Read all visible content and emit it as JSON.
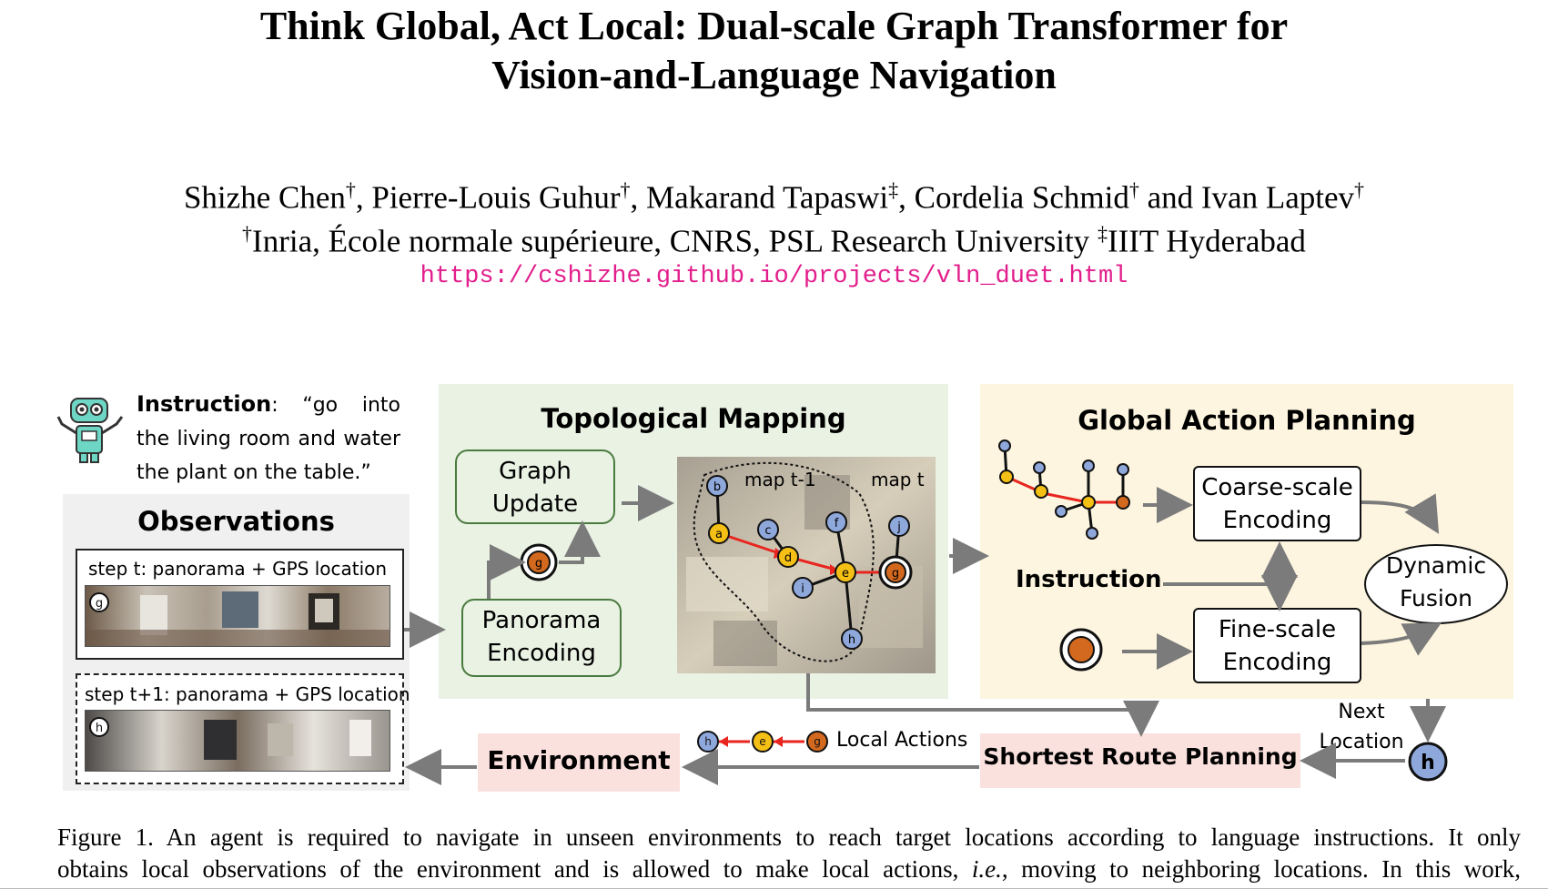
{
  "paper": {
    "title_line1": "Think Global, Act Local: Dual-scale Graph Transformer for",
    "title_line2": "Vision-and-Language Navigation",
    "authors": [
      {
        "name": "Shizhe Chen",
        "mark": "†"
      },
      {
        "name": "Pierre-Louis Guhur",
        "mark": "†"
      },
      {
        "name": "Makarand Tapaswi",
        "mark": "‡"
      },
      {
        "name": "Cordelia Schmid",
        "mark": "†"
      },
      {
        "name": "Ivan Laptev",
        "mark": "†"
      }
    ],
    "and_word": "and",
    "affil1_mark": "†",
    "affil1": "Inria, École normale supérieure, CNRS, PSL Research University",
    "affil2_mark": "‡",
    "affil2": "IIIT Hyderabad",
    "url": "https://cshizhe.github.io/projects/vln_duet.html"
  },
  "figure": {
    "instruction_label": "Instruction",
    "instruction_text": ": “go into the living room and water the plant on the table.”",
    "observations_title": "Observations",
    "step_t_label": "step t: panorama + GPS location",
    "step_t1_label": "step t+1: panorama + GPS location",
    "topo_title": "Topological Mapping",
    "graph_update": "Graph Update",
    "panorama_encoding": "Panorama Encoding",
    "map_prev": "map t-1",
    "map_cur": "map t",
    "global_title": "Global Action Planning",
    "coarse": "Coarse-scale Encoding",
    "fine": "Fine-scale Encoding",
    "instruction_word": "Instruction",
    "dynamic_fusion": "Dynamic Fusion",
    "next_location": "Next Location",
    "shortest_route": "Shortest Route Planning",
    "local_actions": "Local Actions",
    "environment": "Environment",
    "node_letters": [
      "a",
      "b",
      "c",
      "d",
      "e",
      "f",
      "g",
      "h",
      "i",
      "j"
    ],
    "colors": {
      "green_panel": "#e9f2e3",
      "yellow_panel": "#fdf5df",
      "pink_panel": "#fae1de",
      "node_blue": "#8fa8dc",
      "node_yellow": "#f5c016",
      "node_orange": "#d2691e",
      "edge_red": "#e8251e",
      "url_magenta": "#e21e8c"
    }
  },
  "caption": {
    "line1": "Figure 1.  An agent is required to navigate in unseen environments to reach target locations according to language instructions.  It only",
    "line2_pre": "obtains local observations of the environment and is allowed to make local actions, ",
    "line2_ie": "i.e.",
    "line2_post": ", moving to neighboring locations.  In this work,"
  }
}
